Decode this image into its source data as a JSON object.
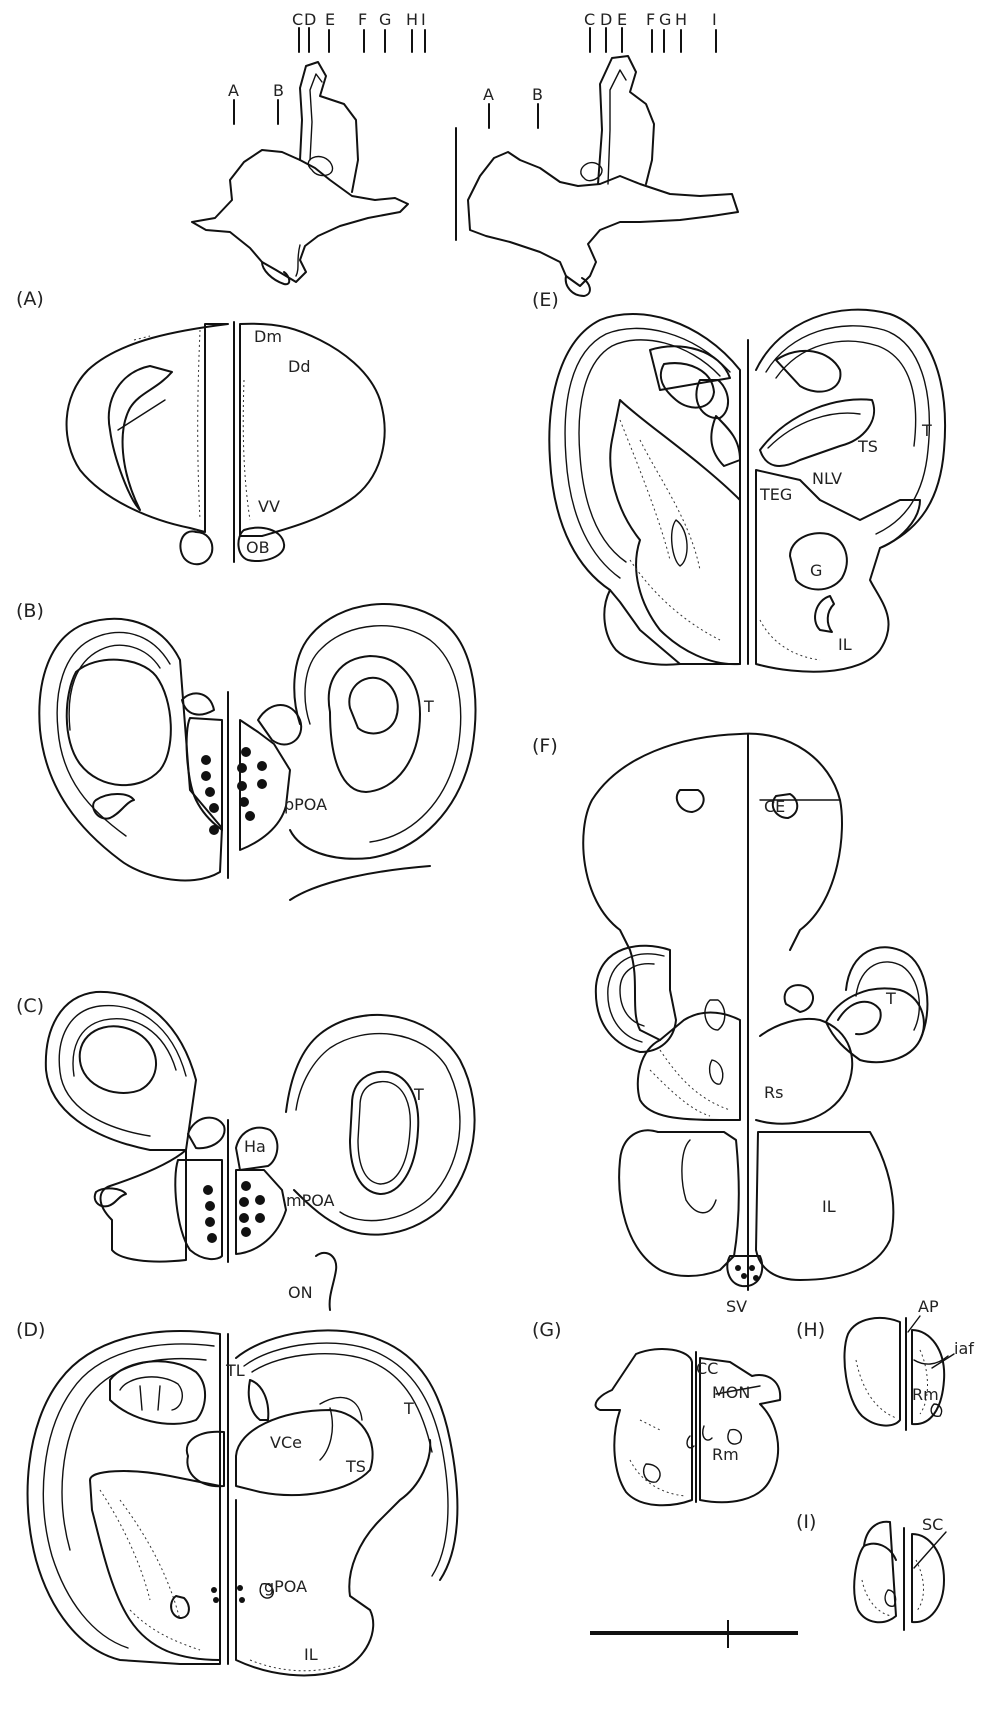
{
  "overview": {
    "left_markers": [
      "C",
      "D",
      "E",
      "F",
      "G",
      "H",
      "I"
    ],
    "left_lower_markers": [
      "A",
      "B"
    ],
    "right_markers": [
      "C",
      "D",
      "E",
      "F",
      "G",
      "H",
      "I"
    ],
    "right_lower_markers": [
      "A",
      "B"
    ]
  },
  "panels": {
    "A": {
      "letter": "(A)",
      "labels": {
        "dm": "Dm",
        "dd": "Dd",
        "vv": "VV",
        "ob": "OB"
      }
    },
    "B": {
      "letter": "(B)",
      "labels": {
        "t": "T",
        "ppoa": "pPOA"
      }
    },
    "C": {
      "letter": "(C)",
      "labels": {
        "ha": "Ha",
        "t": "T",
        "mpoa": "mPOA",
        "on": "ON"
      }
    },
    "D": {
      "letter": "(D)",
      "labels": {
        "tl": "TL",
        "vce": "VCe",
        "ts": "TS",
        "t": "T",
        "gpoa": "gPOA",
        "il": "IL"
      }
    },
    "E": {
      "letter": "(E)",
      "labels": {
        "ts": "TS",
        "t": "T",
        "nlv": "NLV",
        "teg": "TEG",
        "g": "G",
        "il": "IL"
      }
    },
    "F": {
      "letter": "(F)",
      "labels": {
        "ce": "CE",
        "t": "T",
        "rs": "Rs",
        "il": "IL",
        "sv": "SV"
      }
    },
    "G": {
      "letter": "(G)",
      "labels": {
        "cc": "CC",
        "mon": "MON",
        "rm": "Rm"
      }
    },
    "H": {
      "letter": "(H)",
      "labels": {
        "ap": "AP",
        "iaf": "iaf",
        "rm": "Rm"
      }
    },
    "I": {
      "letter": "(I)",
      "labels": {
        "sc": "SC"
      }
    }
  }
}
